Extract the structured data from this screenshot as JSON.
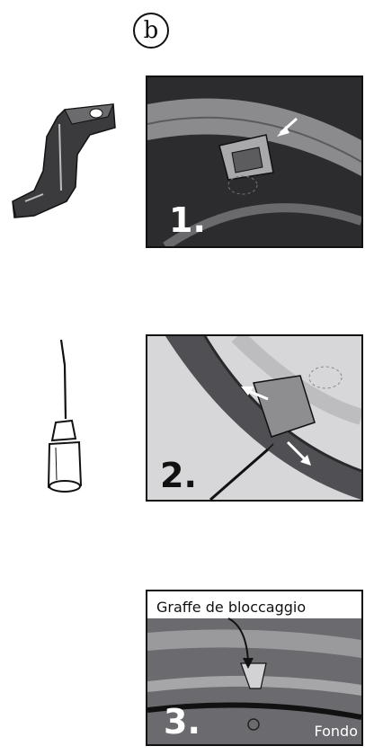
{
  "section_label": "b",
  "steps": [
    {
      "number": "1."
    },
    {
      "number": "2."
    },
    {
      "number": "3.",
      "callout": "Graffe de bloccaggio",
      "bottom_label": "Fondo"
    }
  ],
  "icons": [
    "bracket-clip-icon",
    "screwdriver-icon"
  ]
}
